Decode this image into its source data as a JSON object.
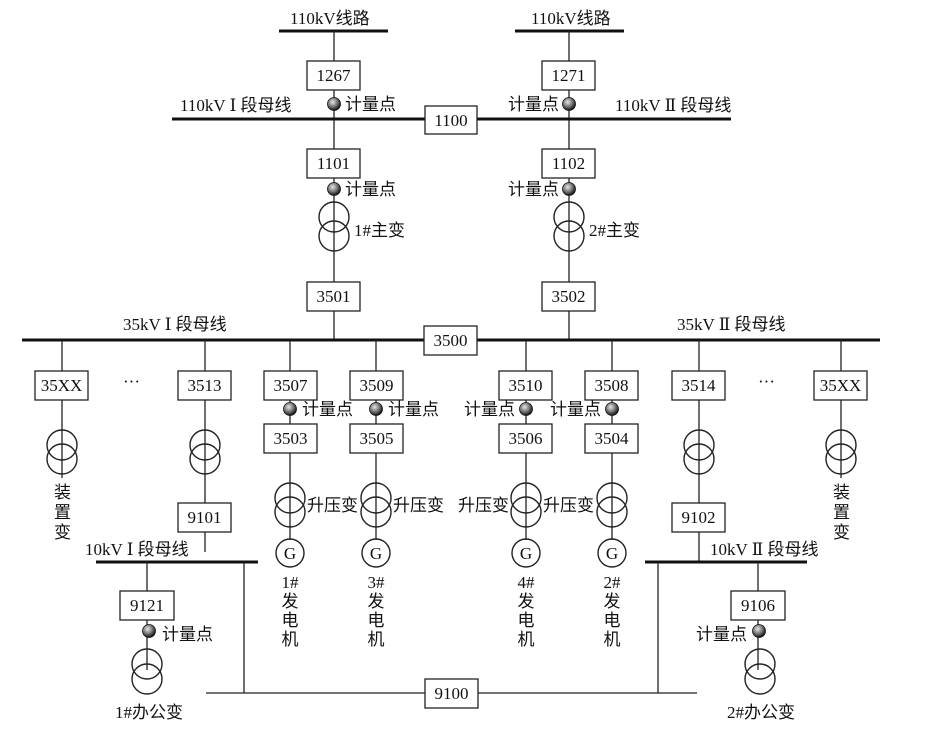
{
  "lines": {
    "line_left": "110kV线路",
    "line_right": "110kV线路"
  },
  "buses": {
    "bus_110_1": "110kV Ⅰ 段母线",
    "bus_110_2": "110kV Ⅱ 段母线",
    "bus_35_1": "35kV Ⅰ 段母线",
    "bus_35_2": "35kV Ⅱ 段母线",
    "bus_10_1": "10kV Ⅰ 段母线",
    "bus_10_2": "10kV Ⅱ 段母线"
  },
  "switches": {
    "s1267": "1267",
    "s1271": "1271",
    "s1100": "1100",
    "s1101": "1101",
    "s1102": "1102",
    "s3501": "3501",
    "s3502": "3502",
    "s3500": "3500",
    "s35xx_l": "35XX",
    "s3513": "3513",
    "s3507": "3507",
    "s3509": "3509",
    "s3510": "3510",
    "s3508": "3508",
    "s3514": "3514",
    "s35xx_r": "35XX",
    "s3503": "3503",
    "s3505": "3505",
    "s3506": "3506",
    "s3504": "3504",
    "s9101": "9101",
    "s9102": "9102",
    "s9121": "9121",
    "s9106": "9106",
    "s9100": "9100"
  },
  "metering_label": "计量点",
  "transformers": {
    "main1": "1#主变",
    "main2": "2#主变",
    "stepup": "升压变",
    "device_l": [
      "装",
      "置",
      "变"
    ],
    "device_r": [
      "装",
      "置",
      "变"
    ],
    "office1": "1#办公变",
    "office2": "2#办公变"
  },
  "generators": {
    "symbol": "G",
    "gen1": [
      "1#",
      "发",
      "电",
      "机"
    ],
    "gen3": [
      "3#",
      "发",
      "电",
      "机"
    ],
    "gen4": [
      "4#",
      "发",
      "电",
      "机"
    ],
    "gen2": [
      "2#",
      "发",
      "电",
      "机"
    ]
  },
  "ellipsis": "···",
  "colors": {
    "line": "#222222",
    "meter_dark": "#222222",
    "meter_light": "#bbbbbb"
  }
}
